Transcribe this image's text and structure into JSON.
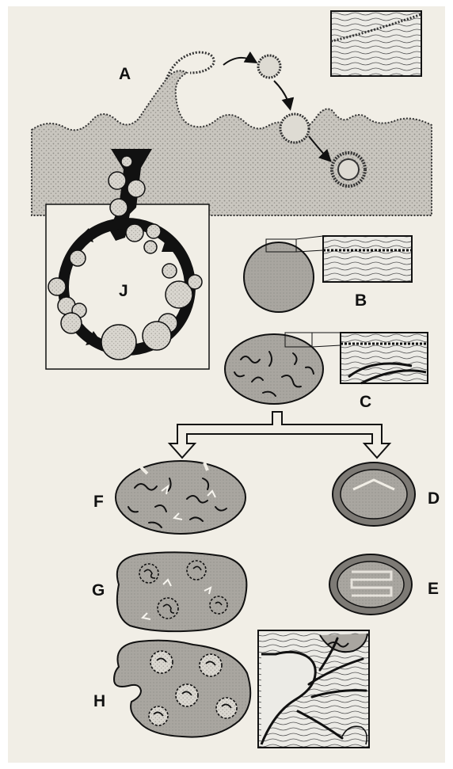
{
  "figure": {
    "paper_color": "#f1eee6",
    "ink_color": "#111111",
    "stipple_color": "#bdbab3",
    "cell_fill": "#a9a6a0",
    "vesicle_fill": "#d9d6cf"
  },
  "labels": {
    "a": "A",
    "b": "B",
    "c": "C",
    "d": "D",
    "e": "E",
    "f": "F",
    "g": "G",
    "h": "H",
    "j": "J"
  }
}
